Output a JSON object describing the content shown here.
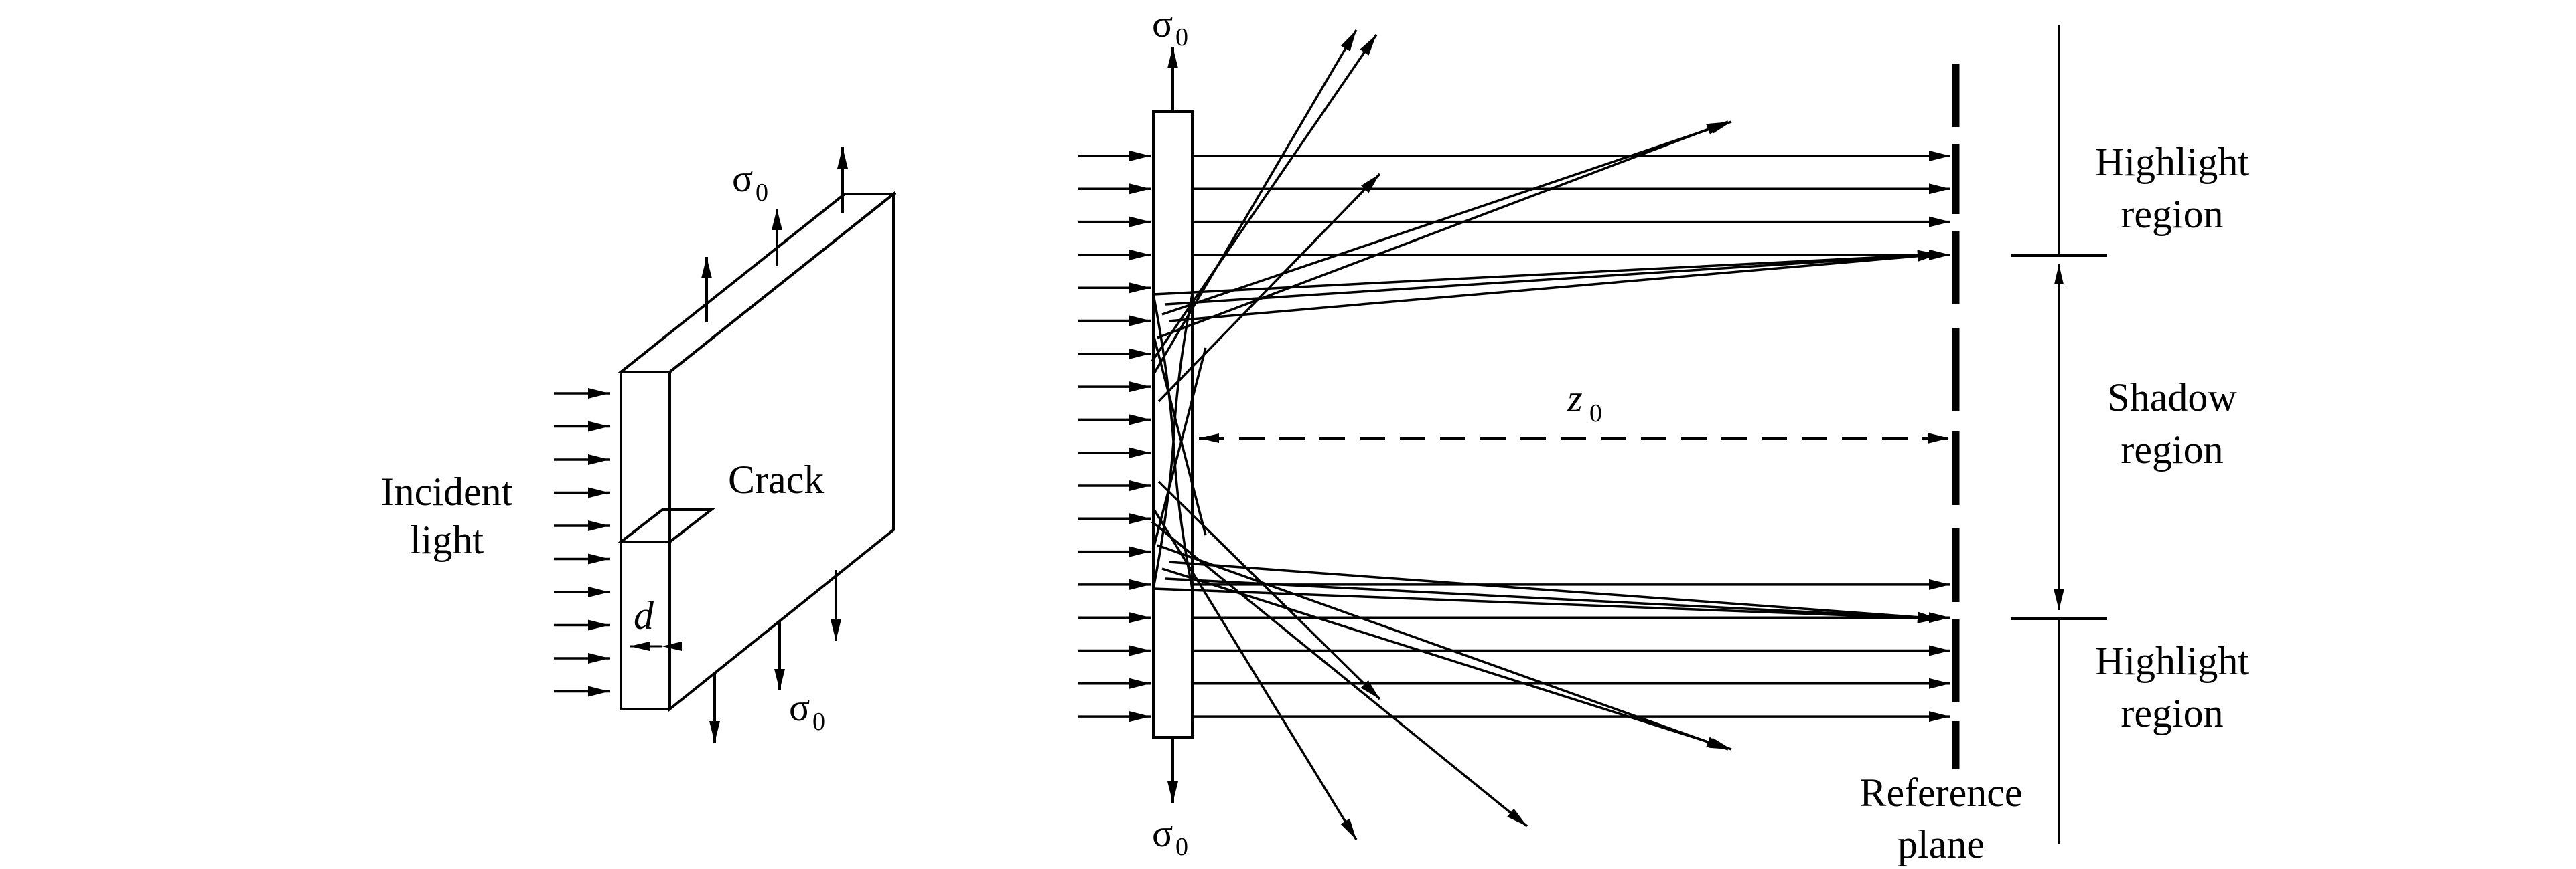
{
  "left_figure": {
    "incident_light_line1": "Incident",
    "incident_light_line2": "light",
    "crack_label": "Crack",
    "thickness_label": "d",
    "stress_symbol": "σ",
    "stress_subscript": "0"
  },
  "right_figure": {
    "stress_symbol": "σ",
    "stress_subscript": "0",
    "distance_symbol": "z",
    "distance_subscript": "0",
    "reference_plane_line1": "Reference",
    "reference_plane_line2": "plane",
    "top_region_line1": "Highlight",
    "top_region_line2": "region",
    "middle_region_line1": "Shadow",
    "middle_region_line2": "region",
    "bottom_region_line1": "Highlight",
    "bottom_region_line2": "region"
  }
}
